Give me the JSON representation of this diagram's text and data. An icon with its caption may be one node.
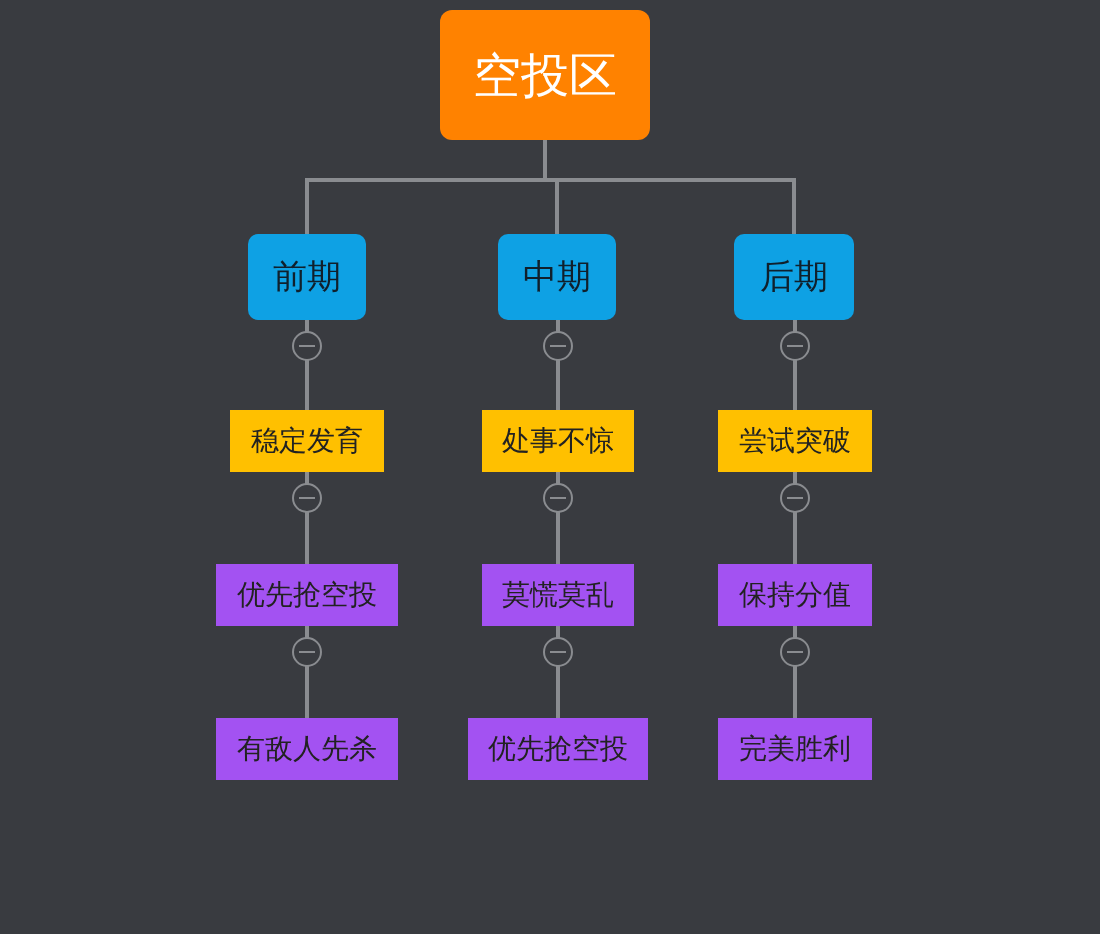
{
  "diagram": {
    "nodes": [
      {
        "text": [
          "空投区"
        ]
      },
      {
        "text": [
          "前期"
        ]
      },
      {
        "text": [
          "中期"
        ]
      },
      {
        "text": [
          "后期"
        ]
      },
      {
        "text": [
          "稳定发育"
        ]
      },
      {
        "text": [
          "处事不惊"
        ]
      },
      {
        "text": [
          "尝试突破"
        ]
      },
      {
        "text": [
          "优先抢空投"
        ]
      },
      {
        "text": [
          "莫慌莫乱"
        ]
      },
      {
        "text": [
          "保持分值"
        ]
      },
      {
        "text": [
          "有敌人先杀"
        ]
      },
      {
        "text": [
          "优先抢空投"
        ]
      },
      {
        "text": [
          "完美胜利"
        ]
      }
    ],
    "edges": [
      {
        "from": 0,
        "to": 1,
        "arrow": "none"
      },
      {
        "from": 0,
        "to": 2,
        "arrow": "none"
      },
      {
        "from": 0,
        "to": 3,
        "arrow": "none"
      },
      {
        "from": 1,
        "to": 4,
        "arrow": "none"
      },
      {
        "from": 2,
        "to": 5,
        "arrow": "none"
      },
      {
        "from": 3,
        "to": 6,
        "arrow": "none"
      },
      {
        "from": 4,
        "to": 7,
        "arrow": "none"
      },
      {
        "from": 5,
        "to": 8,
        "arrow": "none"
      },
      {
        "from": 6,
        "to": 9,
        "arrow": "none"
      },
      {
        "from": 7,
        "to": 10,
        "arrow": "none"
      },
      {
        "from": 8,
        "to": 11,
        "arrow": "none"
      },
      {
        "from": 9,
        "to": 12,
        "arrow": "none"
      }
    ]
  }
}
